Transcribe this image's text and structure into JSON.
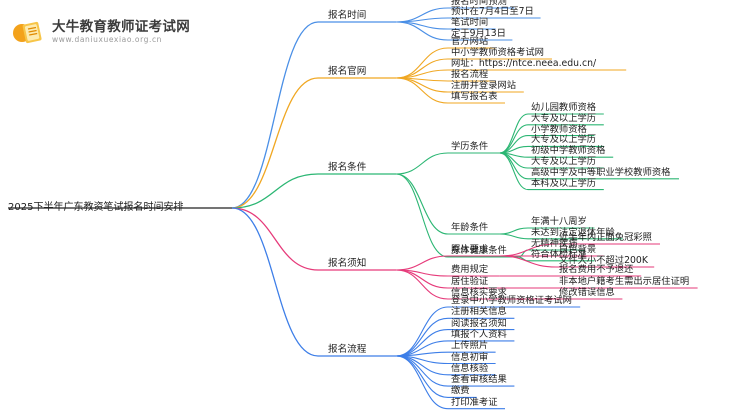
{
  "logo": {
    "title": "大牛教育教师证考试网",
    "url": "www.daniuxuexiao.org.cn"
  },
  "colors": {
    "root_line": "#222222",
    "time": "#4a8fe6",
    "site": "#f0a722",
    "cond": "#2bb673",
    "notice": "#e63a7a",
    "flow": "#3d7ee8"
  },
  "mindmap": {
    "root": "2025下半年广东教资笔试报名时间安排",
    "branches": [
      {
        "label": "报名时间",
        "color_key": "time",
        "children": [
          {
            "label": "报名时间预测"
          },
          {
            "label": "预计在7月4日至7日"
          },
          {
            "label": "笔试时间"
          },
          {
            "label": "定于9月13日"
          }
        ]
      },
      {
        "label": "报名官网",
        "color_key": "site",
        "children": [
          {
            "label": "官方网站"
          },
          {
            "label": "中小学教师资格考试网"
          },
          {
            "label": "网址：https://ntce.neea.edu.cn/"
          },
          {
            "label": "报名流程"
          },
          {
            "label": "注册并登录网站"
          },
          {
            "label": "填写报名表"
          }
        ]
      },
      {
        "label": "报名条件",
        "color_key": "cond",
        "children": [
          {
            "label": "学历条件",
            "children": [
              {
                "label": "幼儿园教师资格"
              },
              {
                "label": "大专及以上学历"
              },
              {
                "label": "小学教师资格"
              },
              {
                "label": "大专及以上学历"
              },
              {
                "label": "初级中学教师资格"
              },
              {
                "label": "大专及以上学历"
              },
              {
                "label": "高级中学及中等职业学校教师资格"
              },
              {
                "label": "本科及以上学历"
              }
            ]
          },
          {
            "label": "年龄条件",
            "children": [
              {
                "label": "年满十八周岁"
              },
              {
                "label": "未达到法定退休年龄"
              }
            ]
          },
          {
            "label": "身体健康条件",
            "children": [
              {
                "label": "无精神疾病"
              },
              {
                "label": "符合体检标准"
              }
            ]
          }
        ]
      },
      {
        "label": "报名须知",
        "color_key": "notice",
        "children": [
          {
            "label": "照片要求",
            "children": [
              {
                "label": "近半年内正面免冠彩照"
              },
              {
                "label": "白色背景"
              },
              {
                "label": "文件大小不超过200K"
              }
            ]
          },
          {
            "label": "费用规定",
            "children": [
              {
                "label": "报名费用不予退还"
              }
            ]
          },
          {
            "label": "居住验证",
            "children": [
              {
                "label": "非本地户籍考生需出示居住证明"
              }
            ]
          },
          {
            "label": "信息核实要求",
            "children": [
              {
                "label": "修改错误信息"
              }
            ]
          }
        ]
      },
      {
        "label": "报名流程",
        "color_key": "flow",
        "children": [
          {
            "label": "登录中小学教师资格证考试网"
          },
          {
            "label": "注册相关信息"
          },
          {
            "label": "阅读报名须知"
          },
          {
            "label": "填报个人资料"
          },
          {
            "label": "上传照片"
          },
          {
            "label": "信息初审"
          },
          {
            "label": "信息核验"
          },
          {
            "label": "查看审核结果"
          },
          {
            "label": "缴费"
          },
          {
            "label": "打印准考证"
          }
        ]
      }
    ]
  }
}
